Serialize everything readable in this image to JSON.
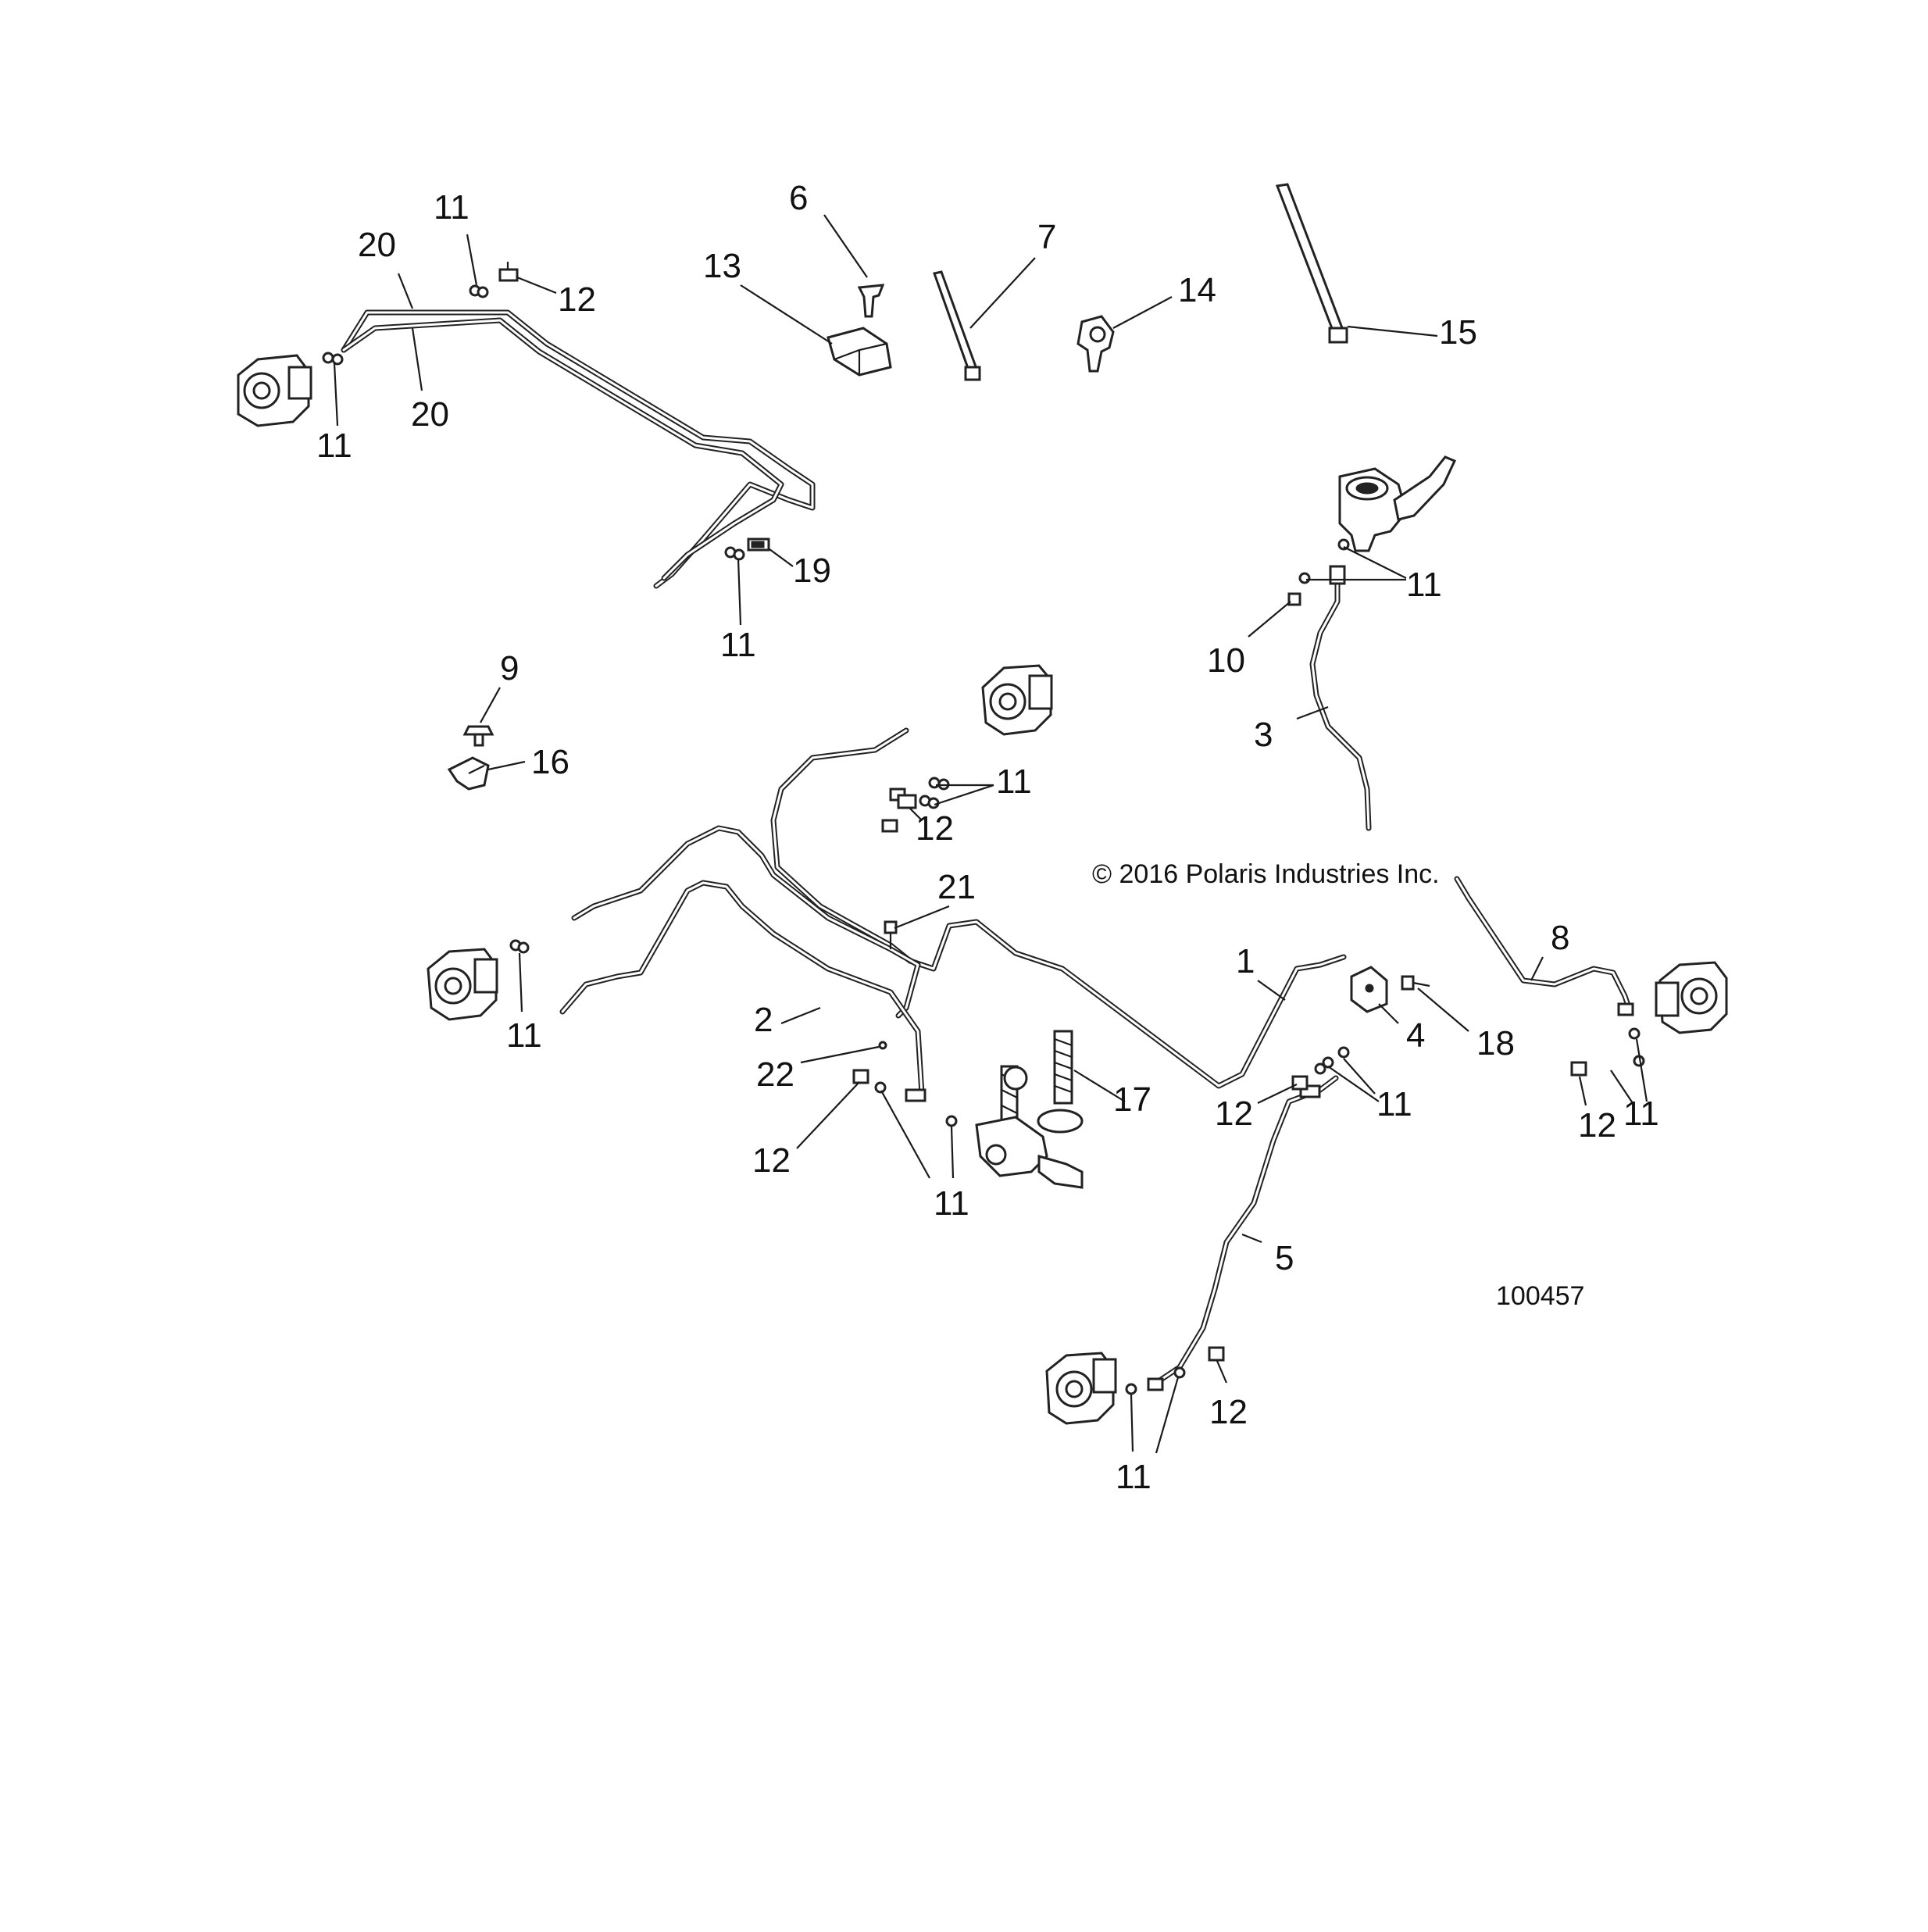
{
  "diagram": {
    "copyright": "© 2016 Polaris Industries Inc.",
    "drawing_number": "100457",
    "callouts": {
      "c1": "1",
      "c2": "2",
      "c3": "3",
      "c4": "4",
      "c5": "5",
      "c6": "6",
      "c7": "7",
      "c8": "8",
      "c9": "9",
      "c10": "10",
      "c11": "11",
      "c12": "12",
      "c13": "13",
      "c14": "14",
      "c15": "15",
      "c16": "16",
      "c17": "17",
      "c18": "18",
      "c19": "19",
      "c20": "20",
      "c21": "21",
      "c22": "22"
    }
  }
}
